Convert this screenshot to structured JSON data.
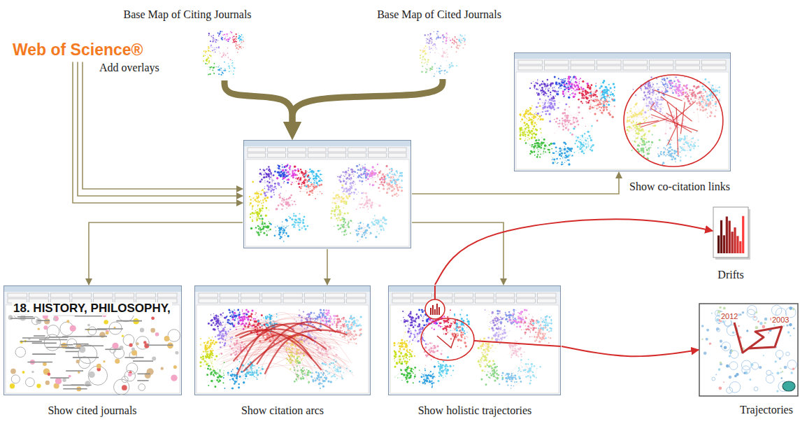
{
  "diagram": {
    "nodes": [
      {
        "text": [
          "Base Map of Citing Journals"
        ]
      },
      {
        "text": [
          "Base Map of Cited Journals"
        ]
      },
      {
        "text": [
          "Web of Science®"
        ]
      },
      {
        "text": []
      },
      {
        "text": [
          "Show co-citation links"
        ]
      },
      {
        "text": [
          "18. HISTORY, PHILOSOPHY,",
          "Show cited journals"
        ]
      },
      {
        "text": [
          "Show citation arcs"
        ]
      },
      {
        "text": [
          "Show holistic trajectories"
        ]
      },
      {
        "text": [
          "Drifts"
        ]
      },
      {
        "text": [
          "2012",
          "2003",
          "Trajectories"
        ]
      }
    ],
    "edges": [
      {
        "from": 0,
        "to": 3,
        "arrow": "to"
      },
      {
        "from": 1,
        "to": 3,
        "arrow": "to"
      },
      {
        "from": 2,
        "to": 3,
        "arrow": "to",
        "label": "Add overlays"
      },
      {
        "from": 2,
        "to": 3,
        "arrow": "to"
      },
      {
        "from": 2,
        "to": 3,
        "arrow": "to"
      },
      {
        "from": 3,
        "to": 4,
        "arrow": "to"
      },
      {
        "from": 3,
        "to": 5,
        "arrow": "to"
      },
      {
        "from": 3,
        "to": 6,
        "arrow": "to"
      },
      {
        "from": 3,
        "to": 7,
        "arrow": "to"
      },
      {
        "from": 7,
        "to": 8,
        "arrow": "to"
      },
      {
        "from": 7,
        "to": 9,
        "arrow": "to"
      }
    ]
  }
}
